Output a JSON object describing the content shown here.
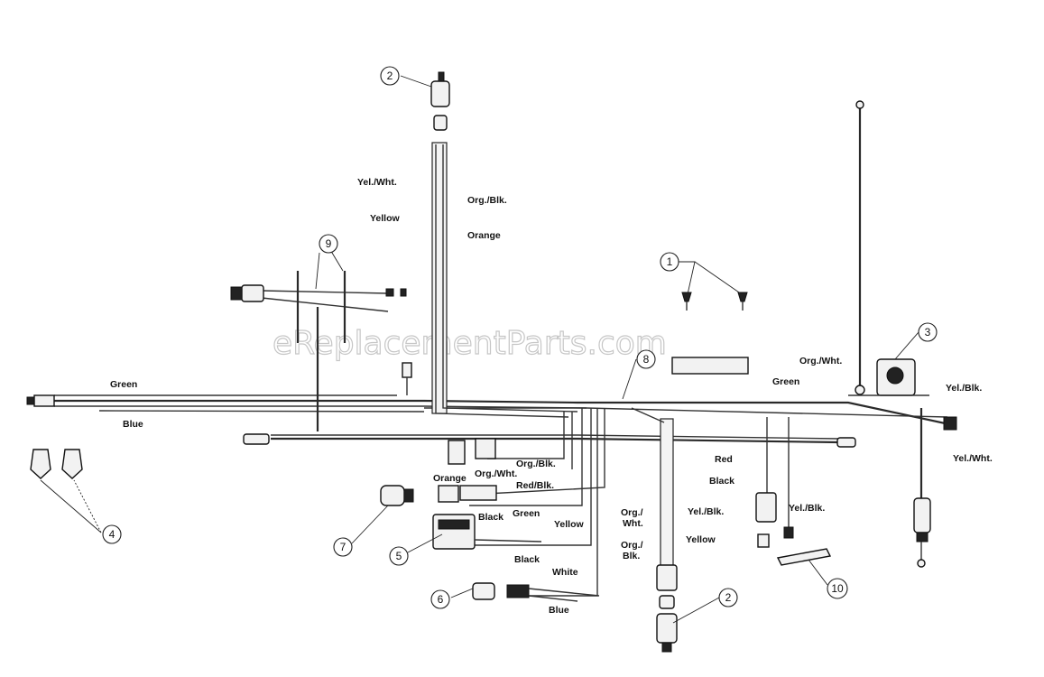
{
  "watermark": "eReplacementParts.com",
  "callouts": [
    "1",
    "2",
    "2",
    "3",
    "4",
    "5",
    "6",
    "7",
    "8",
    "9",
    "10"
  ],
  "wire_labels": {
    "yel_wht_top": "Yel./Wht.",
    "org_blk_top": "Org./Blk.",
    "yellow_top": "Yellow",
    "orange_top": "Orange",
    "green_left": "Green",
    "blue_left": "Blue",
    "org_wht_right": "Org./Wht.",
    "green_right": "Green",
    "yel_blk_right": "Yel./Blk.",
    "yel_wht_right": "Yel./Wht.",
    "red": "Red",
    "black_mid": "Black",
    "yel_blk_mid": "Yel./Blk.",
    "org_blk_mid": "Org./Blk.",
    "orange_mid": "Orange",
    "org_wht_mid": "Org./Wht.",
    "red_blk": "Red/Blk.",
    "black_low": "Black",
    "green_low": "Green",
    "yellow_low": "Yellow",
    "black_bottom": "Black",
    "white": "White",
    "blue_bottom": "Blue",
    "org_wht_conn_1": "Org./",
    "org_wht_conn_2": "Wht.",
    "yel_blk_conn": "Yel./Blk.",
    "yellow_conn": "Yellow",
    "org_blk_conn_1": "Org./",
    "org_blk_conn_2": "Blk."
  }
}
